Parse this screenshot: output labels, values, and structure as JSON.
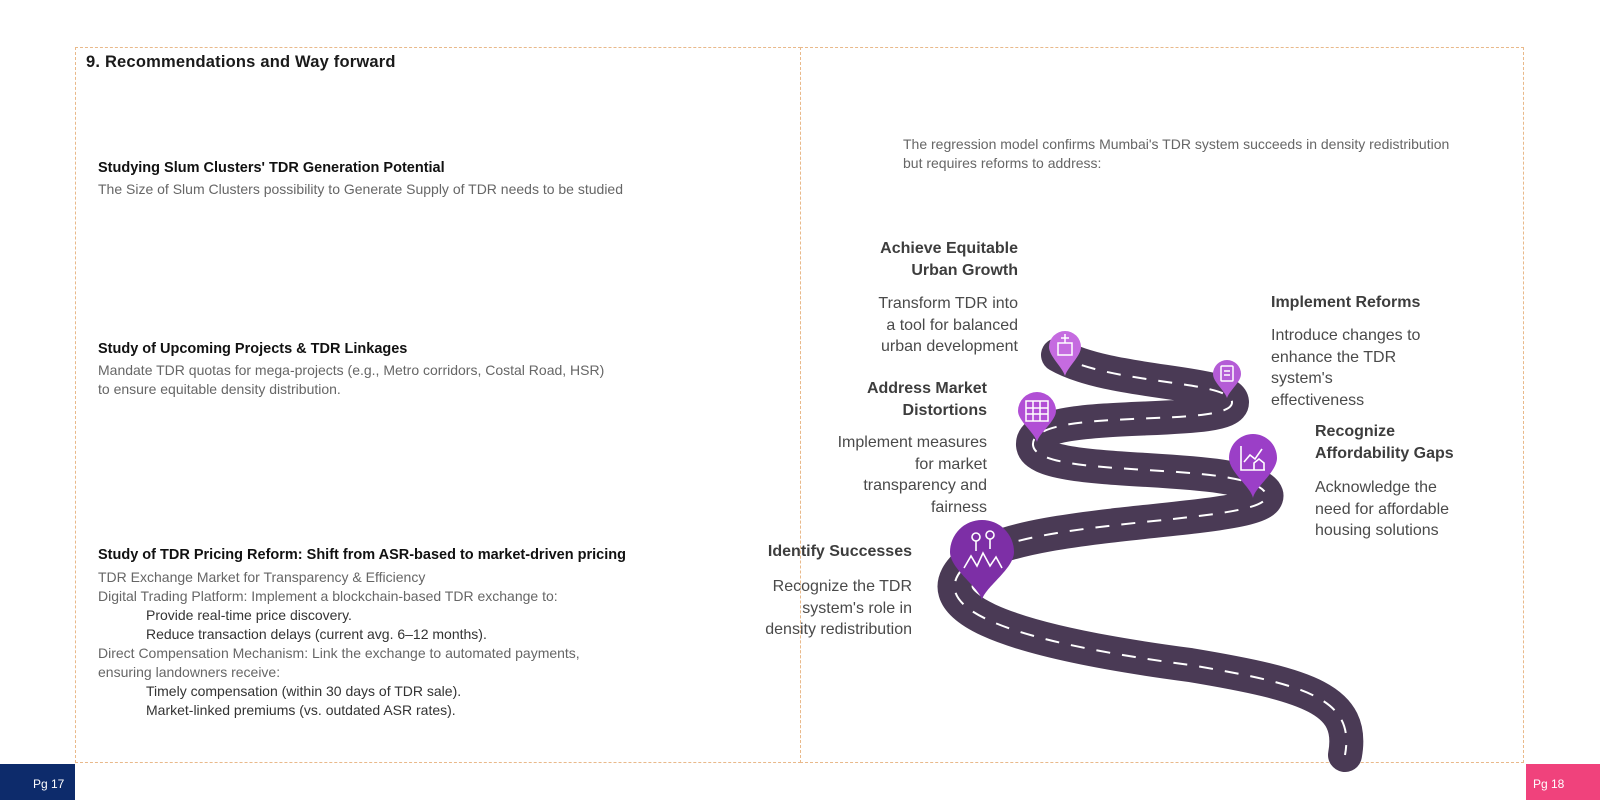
{
  "left_page": {
    "heading": "9. Recommendations and Way forward",
    "sections": [
      {
        "title": "Studying Slum Clusters' TDR Generation Potential",
        "lines": [
          "The Size of Slum Clusters possibility to Generate Supply of TDR needs to be studied"
        ]
      },
      {
        "title": "Study of Upcoming Projects & TDR Linkages",
        "lines": [
          "Mandate TDR quotas for mega-projects (e.g., Metro corridors, Costal Road,  HSR)",
          "to ensure equitable density distribution."
        ]
      },
      {
        "title": "Study of TDR Pricing Reform: Shift from ASR-based to market-driven pricing",
        "lines": [
          "TDR Exchange Market for Transparency & Efficiency",
          "Digital Trading Platform: Implement a blockchain-based TDR exchange to:",
          "Provide real-time price discovery.",
          "Reduce transaction delays (current avg. 6–12 months).",
          "Direct Compensation Mechanism: Link the exchange to automated payments,",
          "ensuring landowners receive:",
          "Timely compensation (within 30 days of TDR sale).",
          "Market-linked premiums (vs. outdated ASR rates)."
        ]
      }
    ],
    "page_number": "Pg 17"
  },
  "right_page": {
    "intro": "The regression model confirms Mumbai's TDR system succeeds in density redistribution but requires reforms to address:",
    "steps": [
      {
        "title": "Achieve Equitable Urban Growth",
        "title_lines": [
          "Achieve Equitable",
          "Urban Growth"
        ],
        "desc_lines": [
          "Transform TDR into",
          "a tool for balanced",
          "urban development"
        ],
        "icon": "city-icon",
        "color": "#c56be0"
      },
      {
        "title": "Implement Reforms",
        "title_lines": [
          "Implement Reforms"
        ],
        "desc_lines": [
          "Introduce changes to",
          "enhance the TDR",
          "system's",
          "effectiveness"
        ],
        "icon": "checklist-icon",
        "color": "#b45cd6"
      },
      {
        "title": "Address Market Distortions",
        "title_lines": [
          "Address Market",
          "Distortions"
        ],
        "desc_lines": [
          "Implement measures",
          "for market",
          "transparency and",
          "fairness"
        ],
        "icon": "bar-chart-icon",
        "color": "#b14fd5"
      },
      {
        "title": "Recognize Affordability Gaps",
        "title_lines": [
          "Recognize",
          "Affordability Gaps"
        ],
        "desc_lines": [
          "Acknowledge the",
          "need for affordable",
          "housing solutions"
        ],
        "icon": "house-chart-icon",
        "color": "#9b3fc7"
      },
      {
        "title": "Identify Successes",
        "title_lines": [
          "Identify Successes"
        ],
        "desc_lines": [
          "Recognize the TDR",
          "system's role in",
          "density redistribution"
        ],
        "icon": "trees-icon",
        "color": "#7d2fa6"
      }
    ],
    "page_number": "Pg 18"
  },
  "colors": {
    "frame_border": "#e9b98a",
    "road": "#4a3a55",
    "footer_left": "#0d2b6b",
    "footer_right": "#f0427c"
  }
}
